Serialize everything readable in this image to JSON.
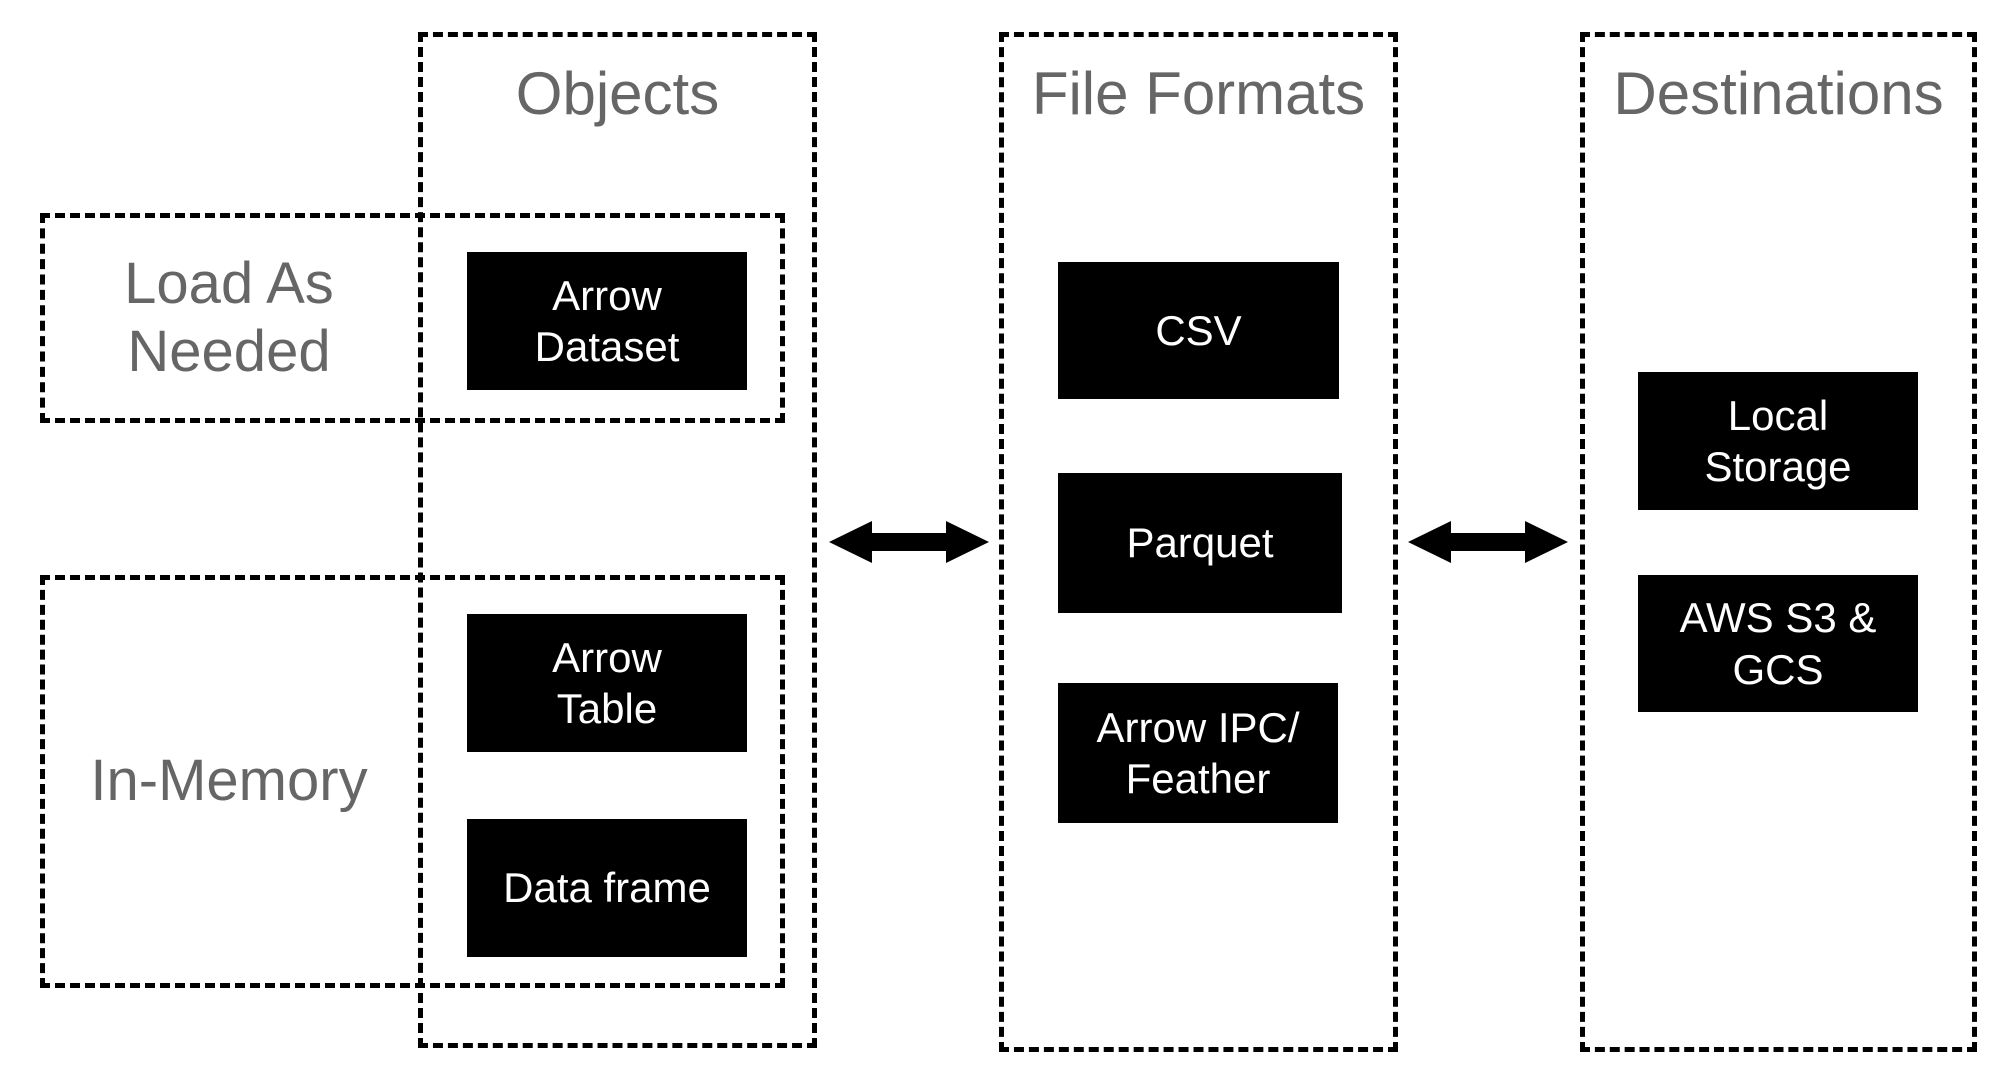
{
  "colors": {
    "background": "#ffffff",
    "node_bg": "#000000",
    "node_text": "#ffffff",
    "label_text": "#666666",
    "dash_border": "#000000",
    "arrow": "#000000"
  },
  "columns": [
    {
      "id": "objects",
      "title": "Objects"
    },
    {
      "id": "file-formats",
      "title": "File Formats"
    },
    {
      "id": "destinations",
      "title": "Destinations"
    }
  ],
  "row_groups": [
    {
      "id": "load-as-needed",
      "label": "Load As\nNeeded"
    },
    {
      "id": "in-memory",
      "label": "In-Memory"
    }
  ],
  "nodes": {
    "arrow_dataset": "Arrow\nDataset",
    "arrow_table": "Arrow\nTable",
    "data_frame": "Data frame",
    "csv": "CSV",
    "parquet": "Parquet",
    "arrow_ipc_feather": "Arrow IPC/\nFeather",
    "local_storage": "Local\nStorage",
    "aws_s3_gcs": "AWS S3 &\nGCS"
  },
  "icons": {
    "left_arrow": "bidirectional-arrow",
    "right_arrow": "bidirectional-arrow"
  }
}
